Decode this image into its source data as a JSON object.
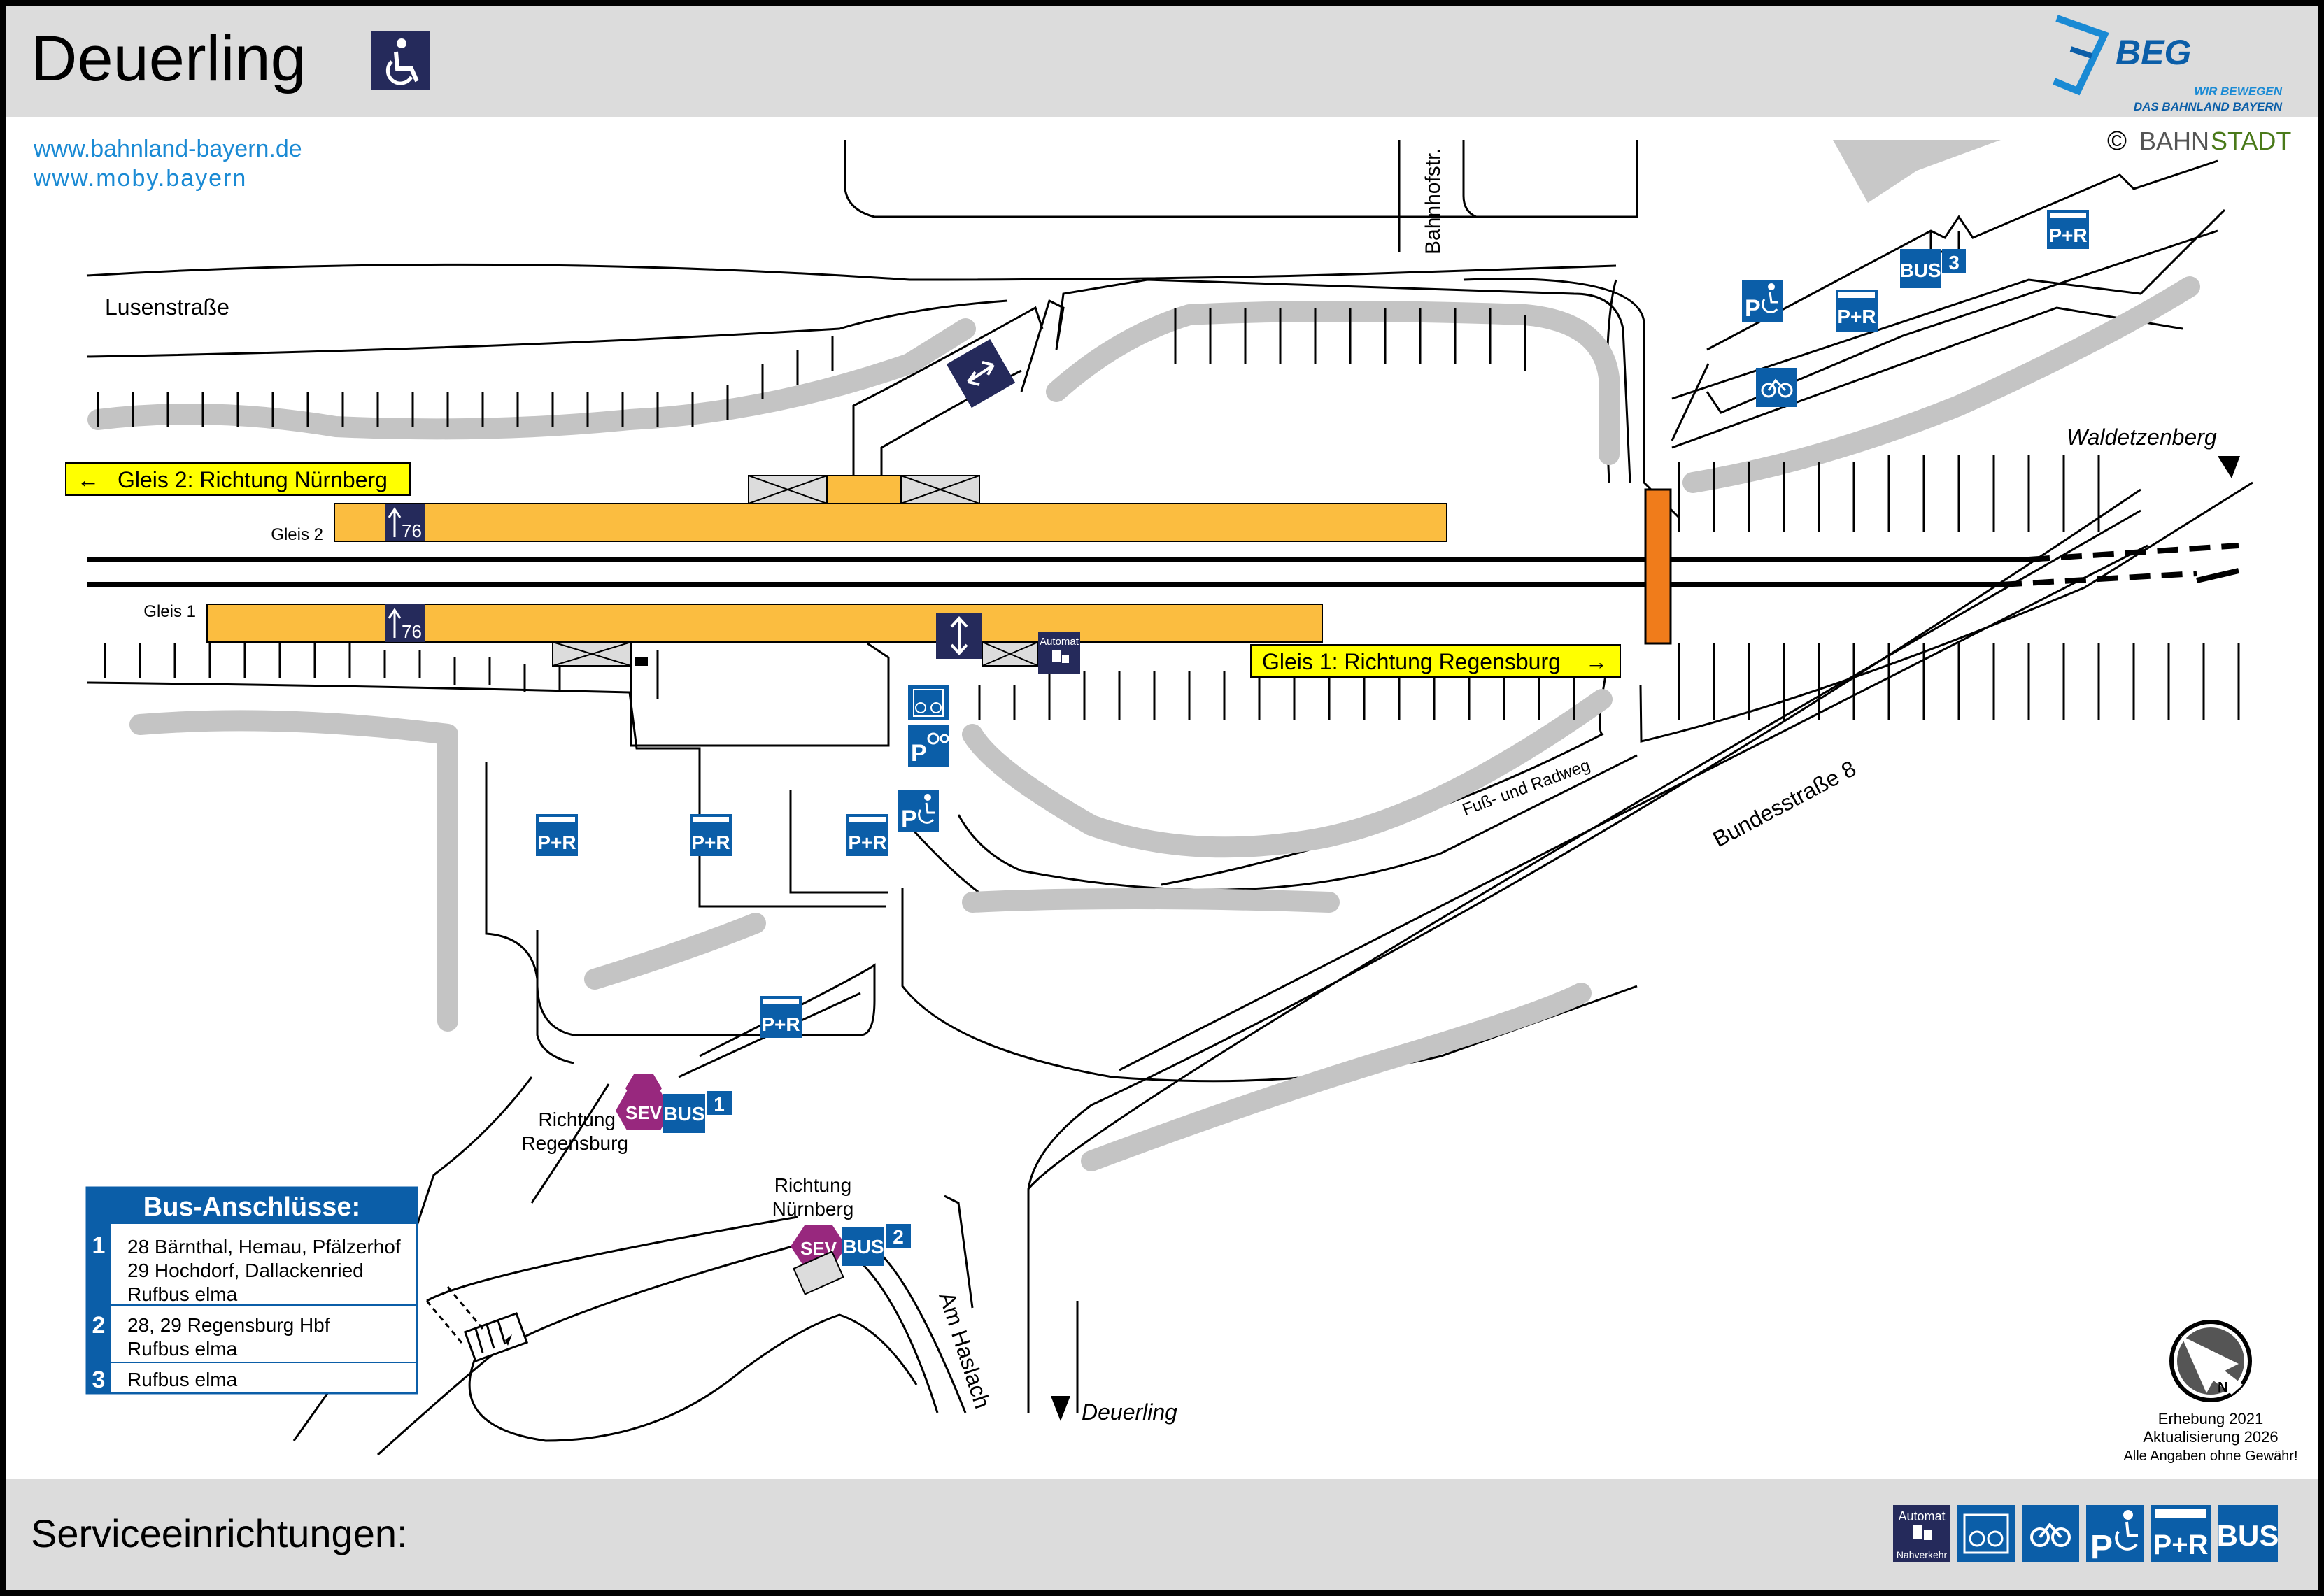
{
  "station": {
    "name": "Deuerling"
  },
  "header": {
    "accessible_icon": "wheelchair-icon",
    "logo": {
      "brand": "BEG",
      "tagline_1": "WIR BEWEGEN",
      "tagline_2": "DAS BAHNLAND BAYERN"
    }
  },
  "links": {
    "url_1": "www.bahnland-bayern.de",
    "url_2": "www.moby.bayern"
  },
  "copyright": {
    "symbol": "©",
    "brand_part_1": "BAHN",
    "brand_part_2": "STADT"
  },
  "streets": {
    "lusenstrasse": "Lusenstraße",
    "bahnhofstr": "Bahnhofstr.",
    "fuss_radweg": "Fuß- und Radweg",
    "bundesstrasse": "Bundesstraße 8",
    "am_haslach": "Am Haslach"
  },
  "directions": {
    "waldetzenberg": "Waldetzenberg",
    "deuerling": "Deuerling",
    "gleis2_sign": "Gleis 2: Richtung Nürnberg",
    "gleis2_arrow": "←",
    "gleis1_sign": "Gleis 1: Richtung Regensburg",
    "gleis1_arrow": "→"
  },
  "platforms": {
    "gleis2": {
      "label": "Gleis 2",
      "height": "76"
    },
    "gleis1": {
      "label": "Gleis 1",
      "height": "76"
    }
  },
  "symbols": {
    "pr": "P+R",
    "p": "P",
    "bus": "BUS",
    "sev": "SEV",
    "automat_top": "Automat",
    "automat_bottom": "Nahverkehr"
  },
  "bus_stops": {
    "stop1": {
      "number": "1",
      "direction_1": "Richtung",
      "direction_2": "Regensburg"
    },
    "stop2": {
      "number": "2",
      "direction_1": "Richtung",
      "direction_2": "Nürnberg"
    },
    "stop3": {
      "number": "3"
    }
  },
  "bus_connections": {
    "title": "Bus-Anschlüsse:",
    "rows": [
      {
        "number": "1",
        "lines": [
          "28 Bärnthal, Hemau, Pfälzerhof",
          "29 Hochdorf, Dallackenried",
          "Rufbus elma"
        ]
      },
      {
        "number": "2",
        "lines": [
          "28, 29 Regensburg Hbf",
          "Rufbus elma"
        ]
      },
      {
        "number": "3",
        "lines": [
          "Rufbus elma"
        ]
      }
    ]
  },
  "survey": {
    "line_1": "Erhebung 2021",
    "line_2": "Aktualisierung 2026",
    "line_3": "Alle Angaben ohne Gewähr!"
  },
  "footer": {
    "title": "Serviceeinrichtungen:",
    "legend_icons": [
      "ticket-machine-icon",
      "bike-box-icon",
      "bike-parking-icon",
      "accessible-parking-icon",
      "park-and-ride-icon",
      "bus-icon"
    ]
  },
  "colors": {
    "platform": "#fbbd40",
    "bridge": "#f07c1b",
    "sign_yellow": "#ffff00",
    "symbol_blue": "#0b5ea8",
    "sev_purple": "#98287e",
    "header_grey": "#dcdcdc",
    "bush_grey": "#c4c4c4",
    "link_blue": "#1a8ad4",
    "lift_navy": "#252a5b"
  }
}
